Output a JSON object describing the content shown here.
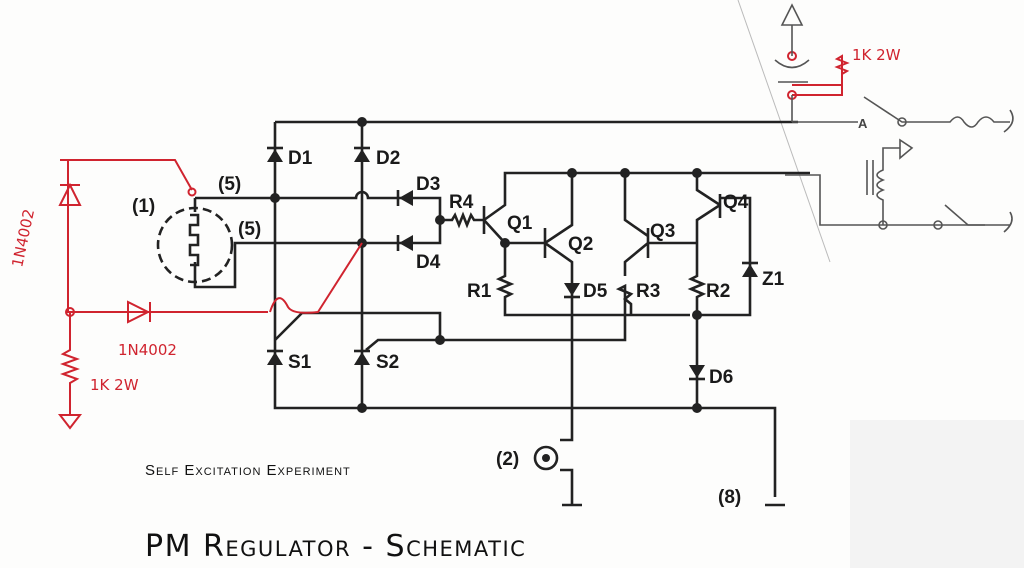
{
  "subtitle": "Self Excitation Experiment",
  "title": "PM Regulator - Schematic",
  "terminals": {
    "t1": "(1)",
    "t5a": "(5)",
    "t5b": "(5)",
    "t2": "(2)",
    "t8": "(8)"
  },
  "components": {
    "d1": "D1",
    "d2": "D2",
    "d3": "D3",
    "d4": "D4",
    "d5": "D5",
    "d6": "D6",
    "s1": "S1",
    "s2": "S2",
    "r1": "R1",
    "r2": "R2",
    "r3": "R3",
    "r4": "R4",
    "q1": "Q1",
    "q2": "Q2",
    "q3": "Q3",
    "q4": "Q4",
    "z1": "Z1"
  },
  "annotations": {
    "diode_left": "1N4002",
    "diode_bottom": "1N4002",
    "resistor_left": "1K 2W",
    "resistor_top": "1K 2W",
    "switch_marker": "A"
  },
  "colors": {
    "ink": "#222222",
    "annotation": "#d0242f",
    "pencil": "#555555"
  }
}
